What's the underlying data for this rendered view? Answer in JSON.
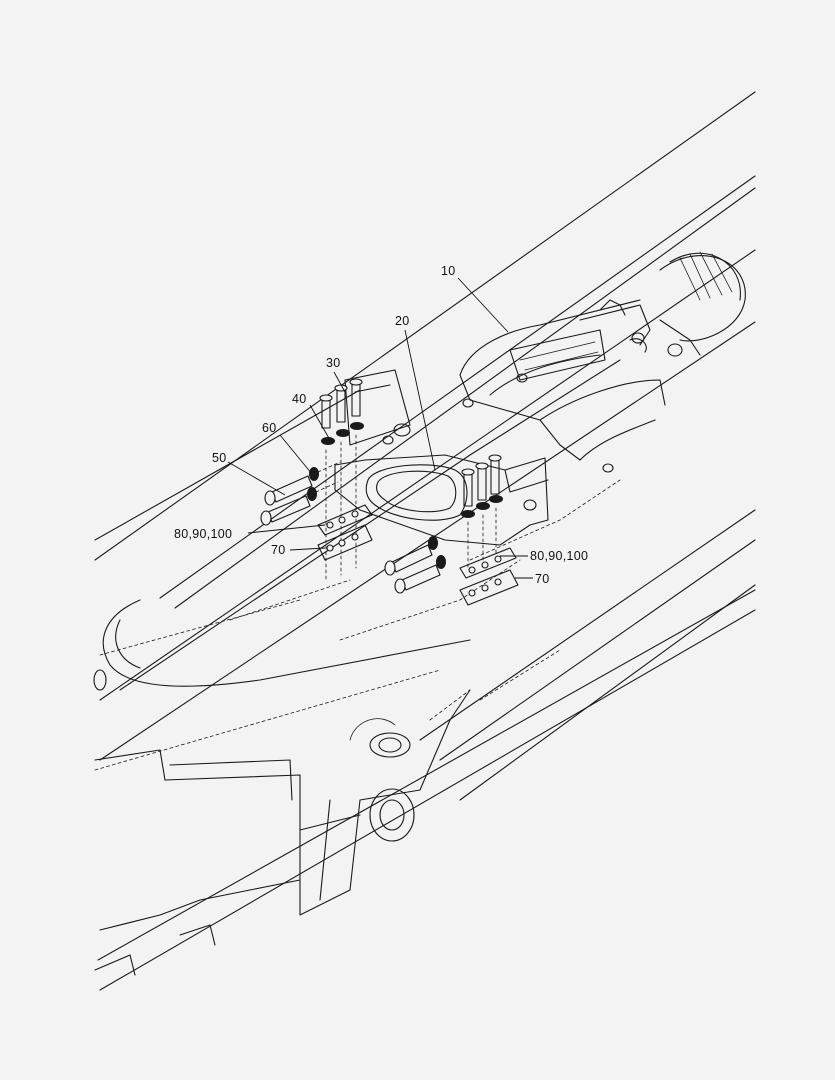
{
  "diagram": {
    "callouts": [
      {
        "id": "c10",
        "label": "10"
      },
      {
        "id": "c20",
        "label": "20"
      },
      {
        "id": "c30",
        "label": "30"
      },
      {
        "id": "c40",
        "label": "40"
      },
      {
        "id": "c60",
        "label": "60"
      },
      {
        "id": "c50",
        "label": "50"
      },
      {
        "id": "c80a",
        "label": "80,90,100"
      },
      {
        "id": "c70a",
        "label": "70"
      },
      {
        "id": "c80b",
        "label": "80,90,100"
      },
      {
        "id": "c70b",
        "label": "70"
      }
    ]
  }
}
